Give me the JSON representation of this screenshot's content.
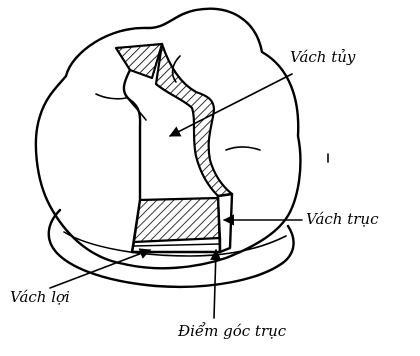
{
  "labels": {
    "pulpal_wall": "Vách tủy",
    "axial_wall": "Vách trục",
    "gingival_wall": "Vách lợi",
    "axial_line_angle": "Điểm góc trục"
  }
}
